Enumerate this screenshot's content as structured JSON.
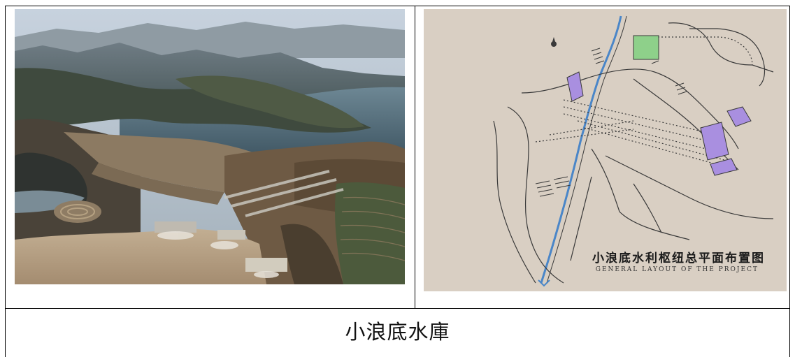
{
  "caption": "小浪底水庫",
  "plan": {
    "title_cn": "小浪底水利枢纽总平面布置图",
    "title_en": "GENERAL LAYOUT OF THE PROJECT"
  },
  "colors": {
    "plan_background": "#d9cfc3",
    "plan_line": "#3a3a3a",
    "plan_purple": "#a98fe0",
    "plan_green": "#8ed08a",
    "plan_river": "#4a86c8",
    "reservoir_water": "#4f6a78",
    "muddy_river": "#b8a48a"
  }
}
